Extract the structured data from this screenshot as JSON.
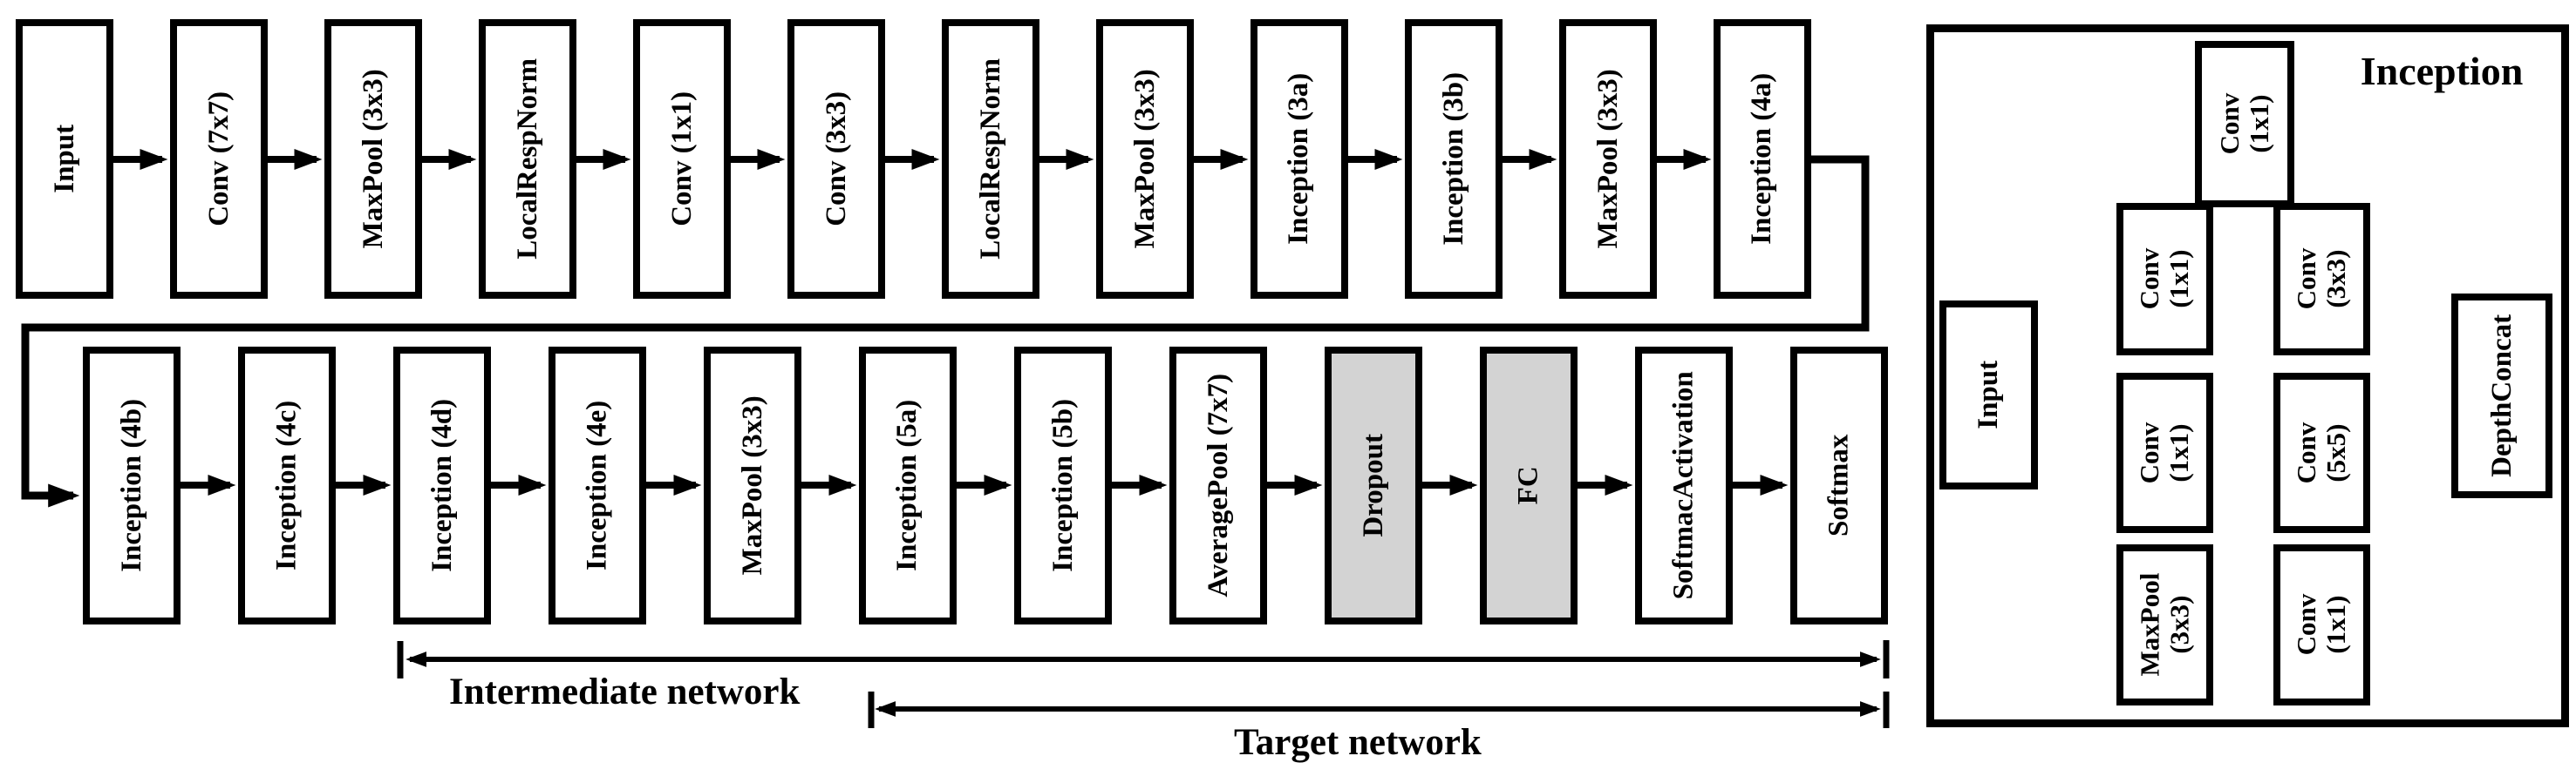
{
  "colors": {
    "background": "#ffffff",
    "line": "#000000",
    "box_fill": "#ffffff",
    "highlight_fill": "#d3d3d3"
  },
  "main": {
    "row1": [
      {
        "label": "Input"
      },
      {
        "label": "Conv (7x7)"
      },
      {
        "label": "MaxPool (3x3)"
      },
      {
        "label": "LocalRespNorm"
      },
      {
        "label": "Conv (1x1)"
      },
      {
        "label": "Conv (3x3)"
      },
      {
        "label": "LocalRespNorm"
      },
      {
        "label": "MaxPool (3x3)"
      },
      {
        "label": "Inception (3a)"
      },
      {
        "label": "Inception (3b)"
      },
      {
        "label": "MaxPool (3x3)"
      },
      {
        "label": "Inception (4a)"
      }
    ],
    "row2": [
      {
        "label": "Inception (4b)"
      },
      {
        "label": "Inception (4c)"
      },
      {
        "label": "Inception (4d)"
      },
      {
        "label": "Inception (4e)"
      },
      {
        "label": "MaxPool (3x3)"
      },
      {
        "label": "Inception (5a)"
      },
      {
        "label": "Inception (5b)"
      },
      {
        "label": "AveragePool (7x7)"
      },
      {
        "label": "Dropout",
        "highlighted": true
      },
      {
        "label": "FC",
        "highlighted": true
      },
      {
        "label": "SoftmacActivation"
      },
      {
        "label": "Softmax"
      }
    ]
  },
  "annotations": {
    "intermediate_network": "Intermediate network",
    "target_network": "Target network"
  },
  "inception_module": {
    "title": "Inception",
    "input_label": "Input",
    "output_label": "DepthConcat",
    "branch1": {
      "op1_line1": "Conv",
      "op1_line2": "(1x1)"
    },
    "branch2": {
      "op1_line1": "Conv",
      "op1_line2": "(1x1)",
      "op2_line1": "Conv",
      "op2_line2": "(3x3)"
    },
    "branch3": {
      "op1_line1": "Conv",
      "op1_line2": "(1x1)",
      "op2_line1": "Conv",
      "op2_line2": "(5x5)"
    },
    "branch4": {
      "op1_line1": "MaxPool",
      "op1_line2": "(3x3)",
      "op2_line1": "Conv",
      "op2_line2": "(1x1)"
    }
  }
}
